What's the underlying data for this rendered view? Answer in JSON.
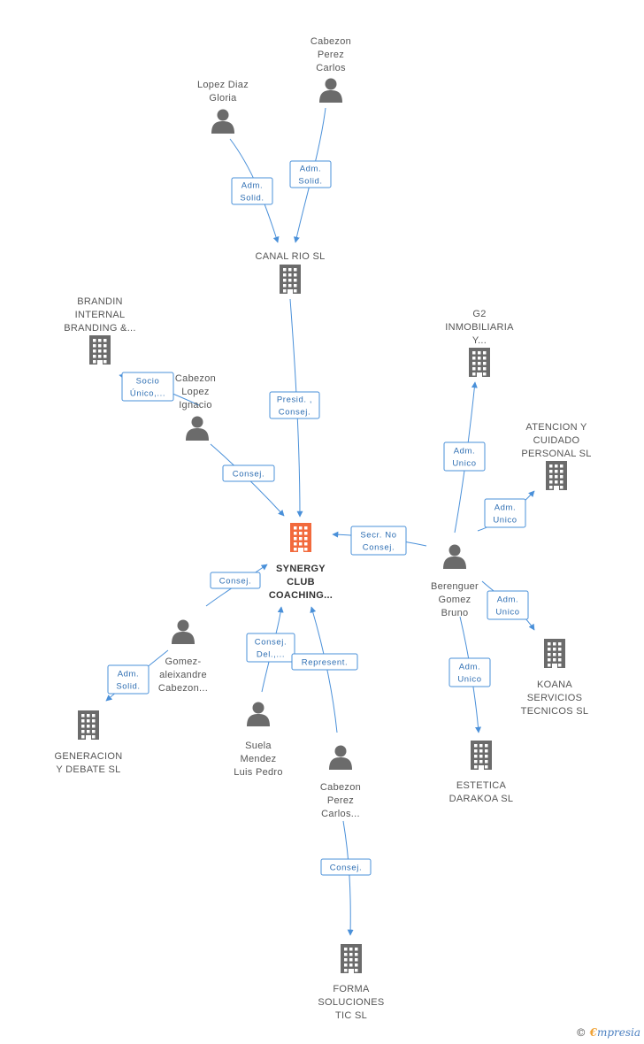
{
  "nodes": [
    {
      "id": "lopez-diaz-gloria",
      "kind": "person",
      "lines": [
        "Lopez Diaz",
        "Gloria"
      ]
    },
    {
      "id": "cabezon-perez-carlos",
      "kind": "person",
      "lines": [
        "Cabezon",
        "Perez",
        "Carlos"
      ]
    },
    {
      "id": "canal-rio-sl",
      "kind": "company",
      "lines": [
        "CANAL RIO SL"
      ]
    },
    {
      "id": "brandin",
      "kind": "company",
      "lines": [
        "BRANDIN",
        "INTERNAL",
        "BRANDING &..."
      ]
    },
    {
      "id": "cabezon-lopez-ignacio",
      "kind": "person",
      "lines": [
        "Cabezon",
        "Lopez",
        "Ignacio"
      ]
    },
    {
      "id": "g2",
      "kind": "company",
      "lines": [
        "G2",
        "INMOBILIARIA",
        "Y..."
      ]
    },
    {
      "id": "atencion",
      "kind": "company",
      "lines": [
        "ATENCION Y",
        "CUIDADO",
        "PERSONAL SL"
      ]
    },
    {
      "id": "synergy",
      "kind": "company-main",
      "lines": [
        "SYNERGY",
        "CLUB",
        "COACHING..."
      ]
    },
    {
      "id": "berenguer",
      "kind": "person",
      "lines": [
        "Berenguer",
        "Gomez",
        "Bruno"
      ]
    },
    {
      "id": "gomez-aleixandre",
      "kind": "person",
      "lines": [
        "Gomez-",
        "aleixandre",
        "Cabezon..."
      ]
    },
    {
      "id": "koana",
      "kind": "company",
      "lines": [
        "KOANA",
        "SERVICIOS",
        "TECNICOS SL"
      ]
    },
    {
      "id": "generacion",
      "kind": "company",
      "lines": [
        "GENERACION",
        "Y DEBATE SL"
      ]
    },
    {
      "id": "suela",
      "kind": "person",
      "lines": [
        "Suela",
        "Mendez",
        "Luis Pedro"
      ]
    },
    {
      "id": "cabezon-perez-carlos-2",
      "kind": "person",
      "lines": [
        "Cabezon",
        "Perez",
        "Carlos..."
      ]
    },
    {
      "id": "estetica",
      "kind": "company",
      "lines": [
        "ESTETICA",
        "DARAKOA SL"
      ]
    },
    {
      "id": "forma",
      "kind": "company",
      "lines": [
        "FORMA",
        "SOLUCIONES",
        "TIC SL"
      ]
    }
  ],
  "edges": [
    {
      "from": "lopez-diaz-gloria",
      "to": "canal-rio-sl",
      "lines": [
        "Adm.",
        "Solid."
      ]
    },
    {
      "from": "cabezon-perez-carlos",
      "to": "canal-rio-sl",
      "lines": [
        "Adm.",
        "Solid."
      ]
    },
    {
      "from": "canal-rio-sl",
      "to": "synergy",
      "lines": [
        "Presid. ,",
        "Consej."
      ]
    },
    {
      "from": "cabezon-lopez-ignacio",
      "to": "brandin",
      "lines": [
        "Socio",
        "Único,..."
      ]
    },
    {
      "from": "cabezon-lopez-ignacio",
      "to": "synergy",
      "lines": [
        "Consej."
      ]
    },
    {
      "from": "berenguer",
      "to": "g2",
      "lines": [
        "Adm.",
        "Unico"
      ]
    },
    {
      "from": "berenguer",
      "to": "atencion",
      "lines": [
        "Adm.",
        "Unico"
      ]
    },
    {
      "from": "berenguer",
      "to": "synergy",
      "lines": [
        "Secr.  No",
        "Consej."
      ]
    },
    {
      "from": "berenguer",
      "to": "koana",
      "lines": [
        "Adm.",
        "Unico"
      ]
    },
    {
      "from": "berenguer",
      "to": "estetica",
      "lines": [
        "Adm.",
        "Unico"
      ]
    },
    {
      "from": "gomez-aleixandre",
      "to": "synergy",
      "lines": [
        "Consej."
      ]
    },
    {
      "from": "gomez-aleixandre",
      "to": "generacion",
      "lines": [
        "Adm.",
        "Solid."
      ]
    },
    {
      "from": "suela",
      "to": "synergy",
      "lines": [
        "Consej.",
        "Del.,..."
      ]
    },
    {
      "from": "cabezon-perez-carlos-2",
      "to": "synergy",
      "lines": [
        "Represent."
      ]
    },
    {
      "from": "cabezon-perez-carlos-2",
      "to": "forma",
      "lines": [
        "Consej."
      ]
    }
  ],
  "brand": {
    "copyright": "©",
    "e": "€",
    "rest": "mpresia"
  },
  "colors": {
    "edge": "#4a90d9",
    "icon": "#6b6b6b",
    "main": "#f26a3d"
  }
}
